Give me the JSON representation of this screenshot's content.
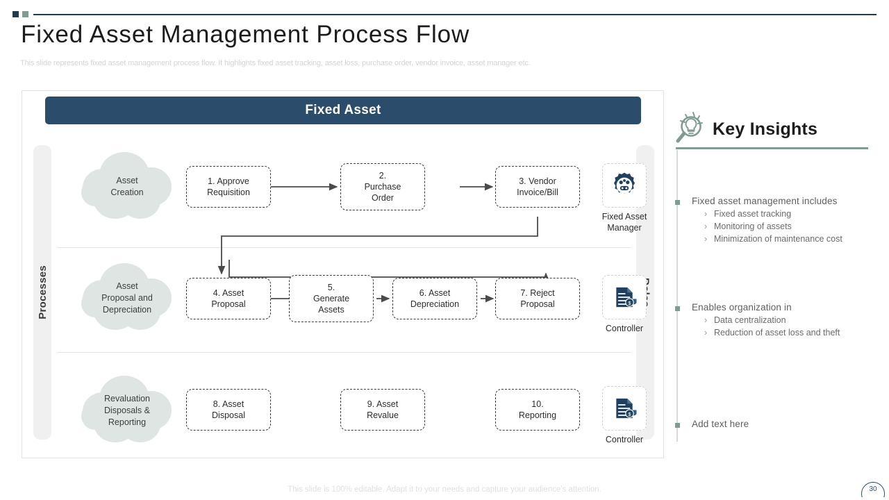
{
  "header": {
    "title": "Fixed Asset Management Process Flow",
    "subtitle": "This slide represents fixed asset management process flow. It highlights fixed asset tracking, asset loss, purchase order, vendor invoice,  asset manager etc."
  },
  "diagram": {
    "banner_label": "Fixed Asset",
    "rail_left_label": "Processes",
    "rail_right_label": "Roles",
    "rows": [
      {
        "cloud": "Asset\nCreation",
        "cloud_lines": [
          "Asset",
          "Creation"
        ],
        "nodes": [
          {
            "lines": [
              "1. Approve",
              "Requisition"
            ]
          },
          {
            "lines": [
              "2.",
              "Purchase",
              "Order"
            ]
          },
          {
            "lines": [
              "3. Vendor",
              "Invoice/Bill"
            ]
          }
        ],
        "role": {
          "icon": "gear-robot-icon",
          "label_lines": [
            "Fixed Asset",
            "Manager"
          ]
        }
      },
      {
        "cloud_lines": [
          "Asset",
          "Proposal and",
          "Depreciation"
        ],
        "nodes": [
          {
            "lines": [
              "4. Asset",
              "Proposal"
            ]
          },
          {
            "lines": [
              "5.",
              "Generate",
              "Assets"
            ]
          },
          {
            "lines": [
              "6. Asset",
              "Depreciation"
            ]
          },
          {
            "lines": [
              "7. Reject",
              "Proposal"
            ]
          }
        ],
        "role": {
          "icon": "document-coin-icon",
          "label_lines": [
            "Controller"
          ]
        }
      },
      {
        "cloud_lines": [
          "Revaluation",
          "Disposals &",
          "Reporting"
        ],
        "nodes": [
          {
            "lines": [
              "8. Asset",
              "Disposal"
            ]
          },
          {
            "lines": [
              "9. Asset",
              "Revalue"
            ]
          },
          {
            "lines": [
              "10.",
              "Reporting"
            ]
          }
        ],
        "role": {
          "icon": "document-coin-icon",
          "label_lines": [
            "Controller"
          ]
        }
      }
    ]
  },
  "insights": {
    "title": "Key Insights",
    "icon": "lightbulb-magnifier-icon",
    "groups": [
      {
        "main": "Fixed asset management includes",
        "sub": [
          "Fixed asset tracking",
          "Monitoring of assets",
          "Minimization of maintenance cost"
        ]
      },
      {
        "main": "Enables organization in",
        "sub": [
          "Data centralization",
          "Reduction of asset loss and theft"
        ]
      },
      {
        "main": "Add text here",
        "sub": []
      }
    ]
  },
  "footer": {
    "note": "This slide is 100% editable. Adapt it to your needs and capture your audience's attention.",
    "page_number": "30"
  },
  "colors": {
    "banner_navy": "#2b4d6b",
    "accent_sage": "#7f9c93",
    "cloud_green": "#dee5e2",
    "rail_gray": "#f0f0f0"
  }
}
